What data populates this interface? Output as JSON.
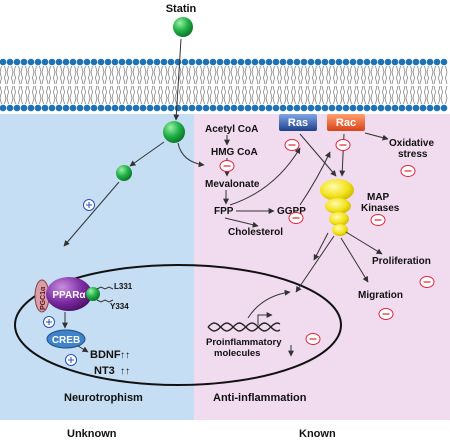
{
  "labels": {
    "statin": "Statin",
    "acetyl_coa": "Acetyl CoA",
    "hmg_coa": "HMG CoA",
    "mevalonate": "Mevalonate",
    "fpp": "FPP",
    "ggpp": "GGPP",
    "cholesterol": "Cholesterol",
    "ras": "Ras",
    "rac": "Rac",
    "oxidative_stress_1": "Oxidative",
    "oxidative_stress_2": "stress",
    "map_kinases_1": "MAP",
    "map_kinases_2": "Kinases",
    "proliferation": "Proliferation",
    "migration": "Migration",
    "proinflammatory_1": "Proinflammatory",
    "proinflammatory_2": "molecules",
    "ppar": "PPARα",
    "pgc": "PGC1α",
    "l331": "L331",
    "y334": "Y334",
    "creb": "CREB",
    "bdnf": "BDNF",
    "nt3": "NT3",
    "neurotrophism": "Neurotrophism",
    "anti_inflammation": "Anti-inflammation",
    "unknown": "Unknown",
    "known": "Known"
  },
  "colors": {
    "left_panel": "#c5def4",
    "right_panel": "#f1dbee",
    "statin_ball": "#23b34a",
    "ras_box": "#2e4c9c",
    "rac_box": "#ef5a24",
    "ppar": "#7b2aa0",
    "creb": "#3f84c8",
    "map_kinase": "#f3e31c",
    "inhibit": "#e0243a",
    "promote": "#2b4fb7",
    "membrane_head": "#1e72b6"
  }
}
